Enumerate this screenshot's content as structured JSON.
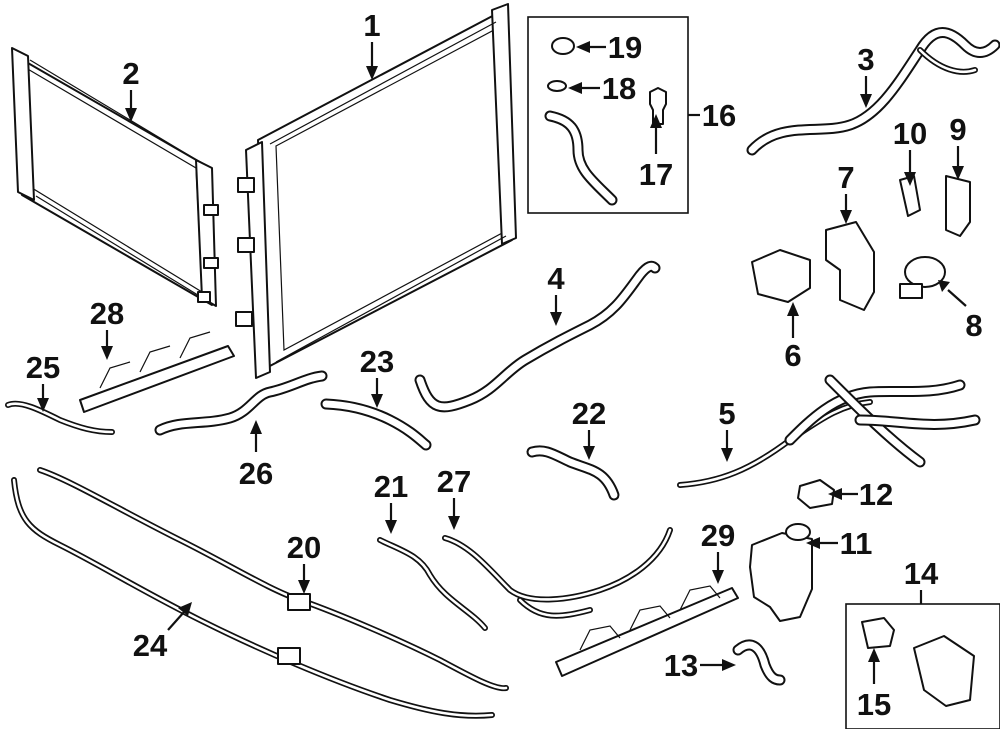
{
  "diagram": {
    "callouts": [
      {
        "id": "c1",
        "label": "1"
      },
      {
        "id": "c2",
        "label": "2"
      },
      {
        "id": "c3",
        "label": "3"
      },
      {
        "id": "c4",
        "label": "4"
      },
      {
        "id": "c5",
        "label": "5"
      },
      {
        "id": "c6",
        "label": "6"
      },
      {
        "id": "c7",
        "label": "7"
      },
      {
        "id": "c8",
        "label": "8"
      },
      {
        "id": "c9",
        "label": "9"
      },
      {
        "id": "c10",
        "label": "10"
      },
      {
        "id": "c11",
        "label": "11"
      },
      {
        "id": "c12",
        "label": "12"
      },
      {
        "id": "c13",
        "label": "13"
      },
      {
        "id": "c14",
        "label": "14"
      },
      {
        "id": "c15",
        "label": "15"
      },
      {
        "id": "c16",
        "label": "16"
      },
      {
        "id": "c17",
        "label": "17"
      },
      {
        "id": "c18",
        "label": "18"
      },
      {
        "id": "c19",
        "label": "19"
      },
      {
        "id": "c20",
        "label": "20"
      },
      {
        "id": "c21",
        "label": "21"
      },
      {
        "id": "c22",
        "label": "22"
      },
      {
        "id": "c23",
        "label": "23"
      },
      {
        "id": "c24",
        "label": "24"
      },
      {
        "id": "c25",
        "label": "25"
      },
      {
        "id": "c26",
        "label": "26"
      },
      {
        "id": "c27",
        "label": "27"
      },
      {
        "id": "c28",
        "label": "28"
      },
      {
        "id": "c29",
        "label": "29"
      }
    ]
  }
}
